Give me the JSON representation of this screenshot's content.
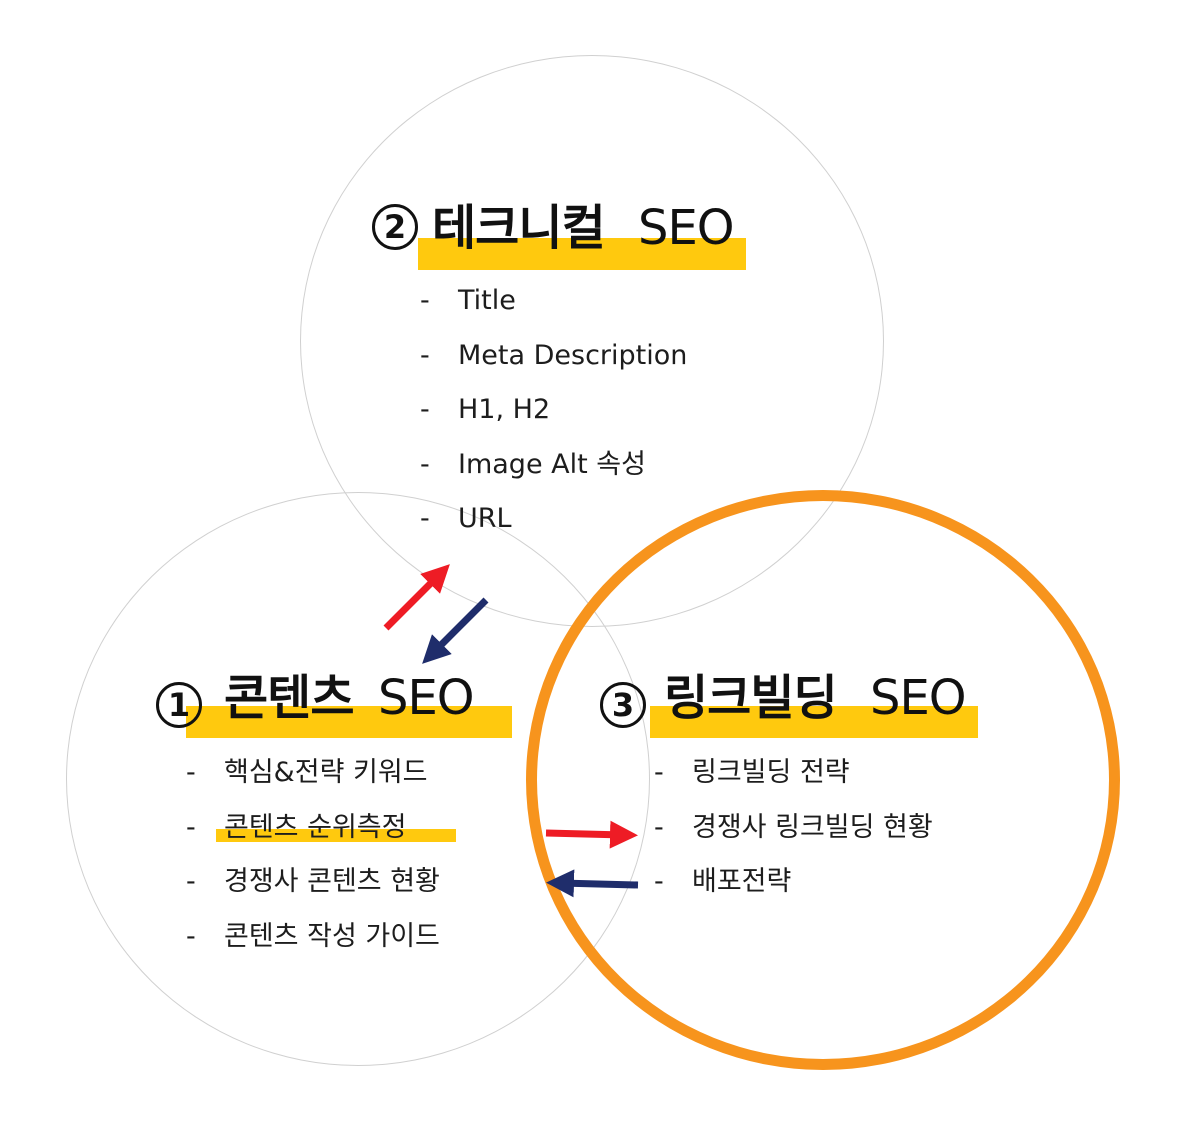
{
  "sections": {
    "technical": {
      "number": "2",
      "title": "테크니컬",
      "suffix": "SEO",
      "items": [
        "Title",
        "Meta Description",
        "H1, H2",
        "Image Alt 속성",
        "URL"
      ]
    },
    "content": {
      "number": "1",
      "title": "콘텐츠",
      "suffix": "SEO",
      "items": [
        "핵심&전략 키워드",
        "콘텐츠 순위측정",
        "경쟁사 콘텐츠 현황",
        "콘텐츠 작성 가이드"
      ],
      "highlighted_item": "콘텐츠 순위측정"
    },
    "link": {
      "number": "3",
      "title": "링크빌딩",
      "suffix": "SEO",
      "items": [
        "링크빌딩 전략",
        "경쟁사 링크빌딩 현황",
        "배포전략"
      ]
    }
  },
  "bullet_char": "-",
  "colors": {
    "highlight": "#ffc90e",
    "link_circle": "#f7941d",
    "circle_outline": "#d0d0d0",
    "arrow_red": "#ee1c25",
    "arrow_navy": "#1f2d6b"
  }
}
